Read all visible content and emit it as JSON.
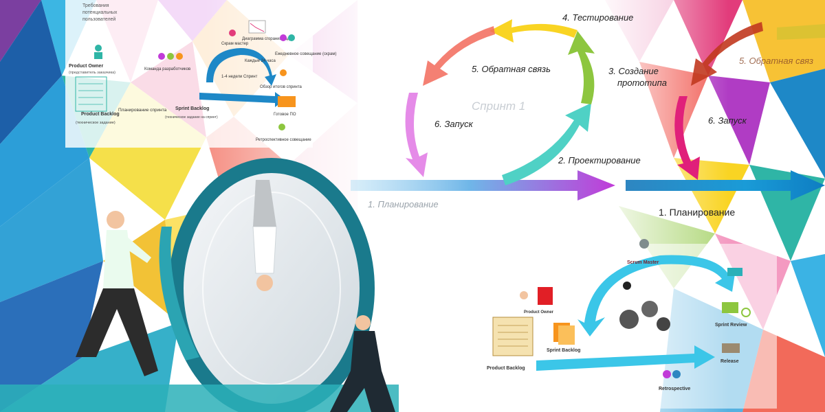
{
  "diagram": {
    "sprint_label": "Спринт 1",
    "steps_center": {
      "step1": "1. Планирование",
      "step2": "2. Проектирование",
      "step3_line1": "3. Создание",
      "step3_line2": "прототипа",
      "step4": "4. Тестирование",
      "step5": "5. Обратная связь",
      "step6": "6. Запуск"
    },
    "steps_right": {
      "step1": "1. Планирование",
      "step5": "5. Обратная связ",
      "step6": "6. Запуск"
    },
    "scrum_left": {
      "heading_lines": [
        "Требования",
        "потенциальных",
        "пользователей"
      ],
      "product_owner": "Product Owner",
      "product_owner_sub": "(представитель заказчика)",
      "product_backlog": "Product Backlog",
      "product_backlog_sub": "(техническое задание)",
      "team": "Команда разработчиков",
      "sprint_planning": "Планирование спринта",
      "sprint_backlog": "Sprint Backlog",
      "sprint_backlog_sub": "(техническое задание на спринт)",
      "sprint": "1-4 недели Спринт",
      "daily": "Каждые 24 часа",
      "scrum_master": "Скрам мастер",
      "burndown": "Диаграмма сгорания задач",
      "daily_meeting": "Ежедневное совещание (скрам)",
      "review": "Обзор итогов спринта",
      "ready": "Готовое ПО",
      "retro": "Ретроспективное совещание"
    },
    "scrum_right": {
      "scrum_master": "Scrum Master",
      "product_owner": "Product Owner",
      "product_backlog": "Product Backlog",
      "sprint_backlog": "Sprint Backlog",
      "sprint_review": "Sprint Review",
      "release": "Release",
      "retrospective": "Retrospective"
    },
    "colors": {
      "arrow_red": "#f26a5a",
      "arrow_orange": "#f7941d",
      "arrow_yellow": "#f9d423",
      "arrow_green": "#8dc63f",
      "arrow_teal": "#4fd1c5",
      "arrow_violet": "#d36cf0",
      "arrow_blue": "#2e86c1",
      "arrow_magenta": "#c13bd8"
    }
  }
}
